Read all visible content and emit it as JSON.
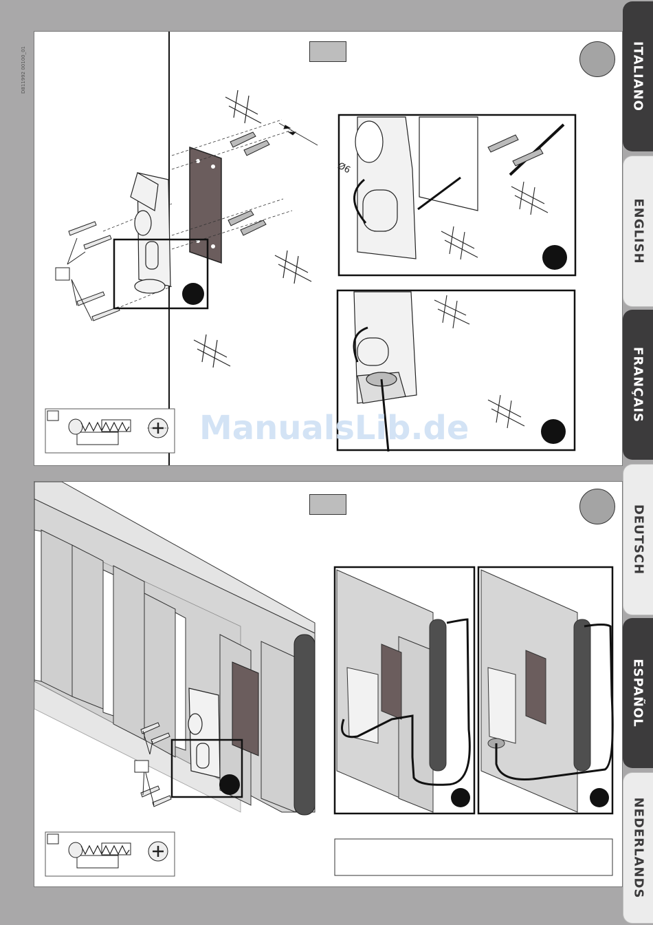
{
  "doc_code": "D811992 00100_01",
  "diameter_label": "Ø6",
  "watermark": "ManualsLib.de",
  "tabs": [
    {
      "label": "ITALIANO",
      "style": "dark"
    },
    {
      "label": "ENGLISH",
      "style": "light"
    },
    {
      "label": "FRANÇAIS",
      "style": "dark"
    },
    {
      "label": "DEUTSCH",
      "style": "light"
    },
    {
      "label": "ESPAÑOL",
      "style": "dark"
    },
    {
      "label": "NEDERLANDS",
      "style": "light"
    }
  ],
  "colors": {
    "page_bg": "#a9a8a9",
    "tab_dark": "#3c3b3c",
    "tab_light": "#ececec",
    "plate": "#6b5d5d",
    "edge_seal": "#555555"
  }
}
